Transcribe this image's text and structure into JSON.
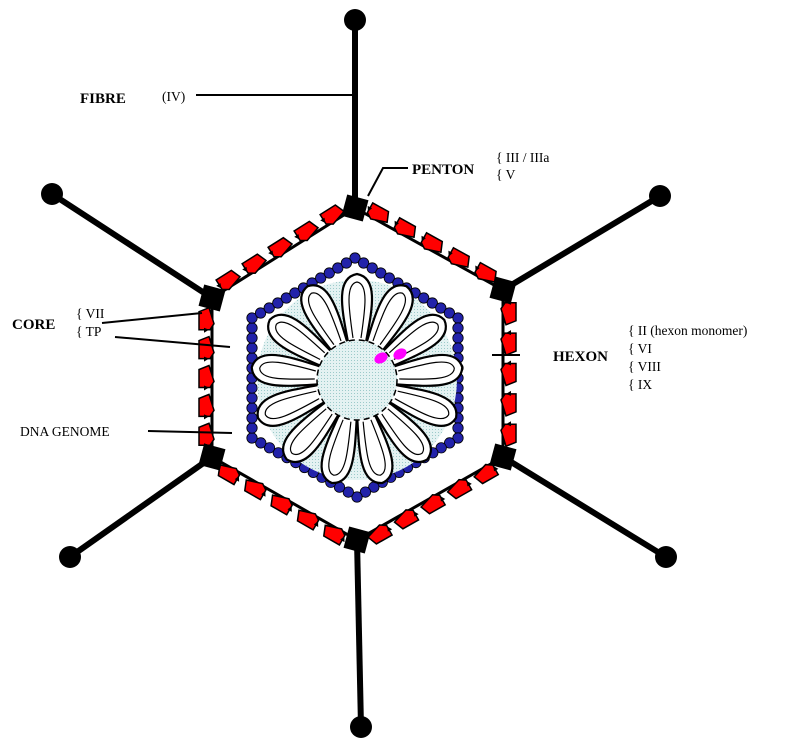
{
  "labels": {
    "fibre": "FIBRE",
    "fibre_protein": "(IV)",
    "penton": "PENTON",
    "penton_proteins": [
      "{ III / IIIa",
      "{ V"
    ],
    "core": "CORE",
    "core_proteins": [
      "{ VII",
      "{ TP"
    ],
    "hexon": "HEXON",
    "hexon_proteins": [
      "{ II (hexon monomer)",
      "{ VI",
      "{ VIII",
      "{ IX"
    ],
    "dna_genome": "DNA GENOME"
  },
  "colors": {
    "hexon": "#ff0000",
    "penton": "#000000",
    "core_protein": "#2222aa",
    "genome_fill": "#d8ecec",
    "terminal_protein": "#ff00ff",
    "background": "#ffffff"
  }
}
